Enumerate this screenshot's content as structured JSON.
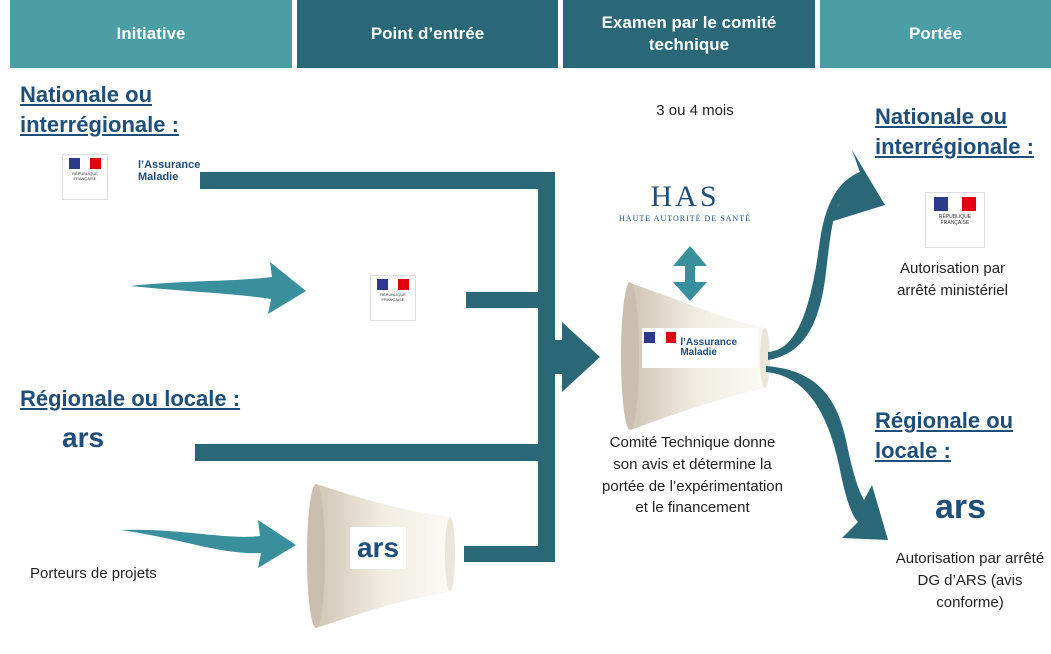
{
  "headers": {
    "initiative": "Initiative",
    "point_entree": "Point d’entrée",
    "examen": "Examen par le comité technique",
    "portee": "Portée"
  },
  "left": {
    "nationale": "Nationale ou interrégionale :",
    "regionale": "Régionale ou locale :",
    "porteurs": "Porteurs de projets"
  },
  "center": {
    "delai": "3 ou 4 mois",
    "has_logo": "HAS",
    "has_subtitle": "HAUTE AUTORITÉ DE SANTÉ",
    "comite": "Comité Technique donne son avis et détermine la portée de l’expérimentation et le financement"
  },
  "right": {
    "nationale": "Nationale ou interrégionale :",
    "autorisation_nat": "Autorisation par arrêté ministériel",
    "regionale": "Régionale ou locale :",
    "autorisation_reg": "Autorisation par arrêté DG d’ARS (avis conforme)"
  },
  "logos": {
    "assurance_maladie": "l’Assurance Maladie",
    "ars": "ars",
    "marianne": "RÉPUBLIQUE FRANÇAISE"
  },
  "colors": {
    "dark_teal": "#2a6877",
    "light_teal": "#4a9ea4",
    "arrow_teal": "#3a8f9d",
    "title_blue": "#1f4e79"
  }
}
